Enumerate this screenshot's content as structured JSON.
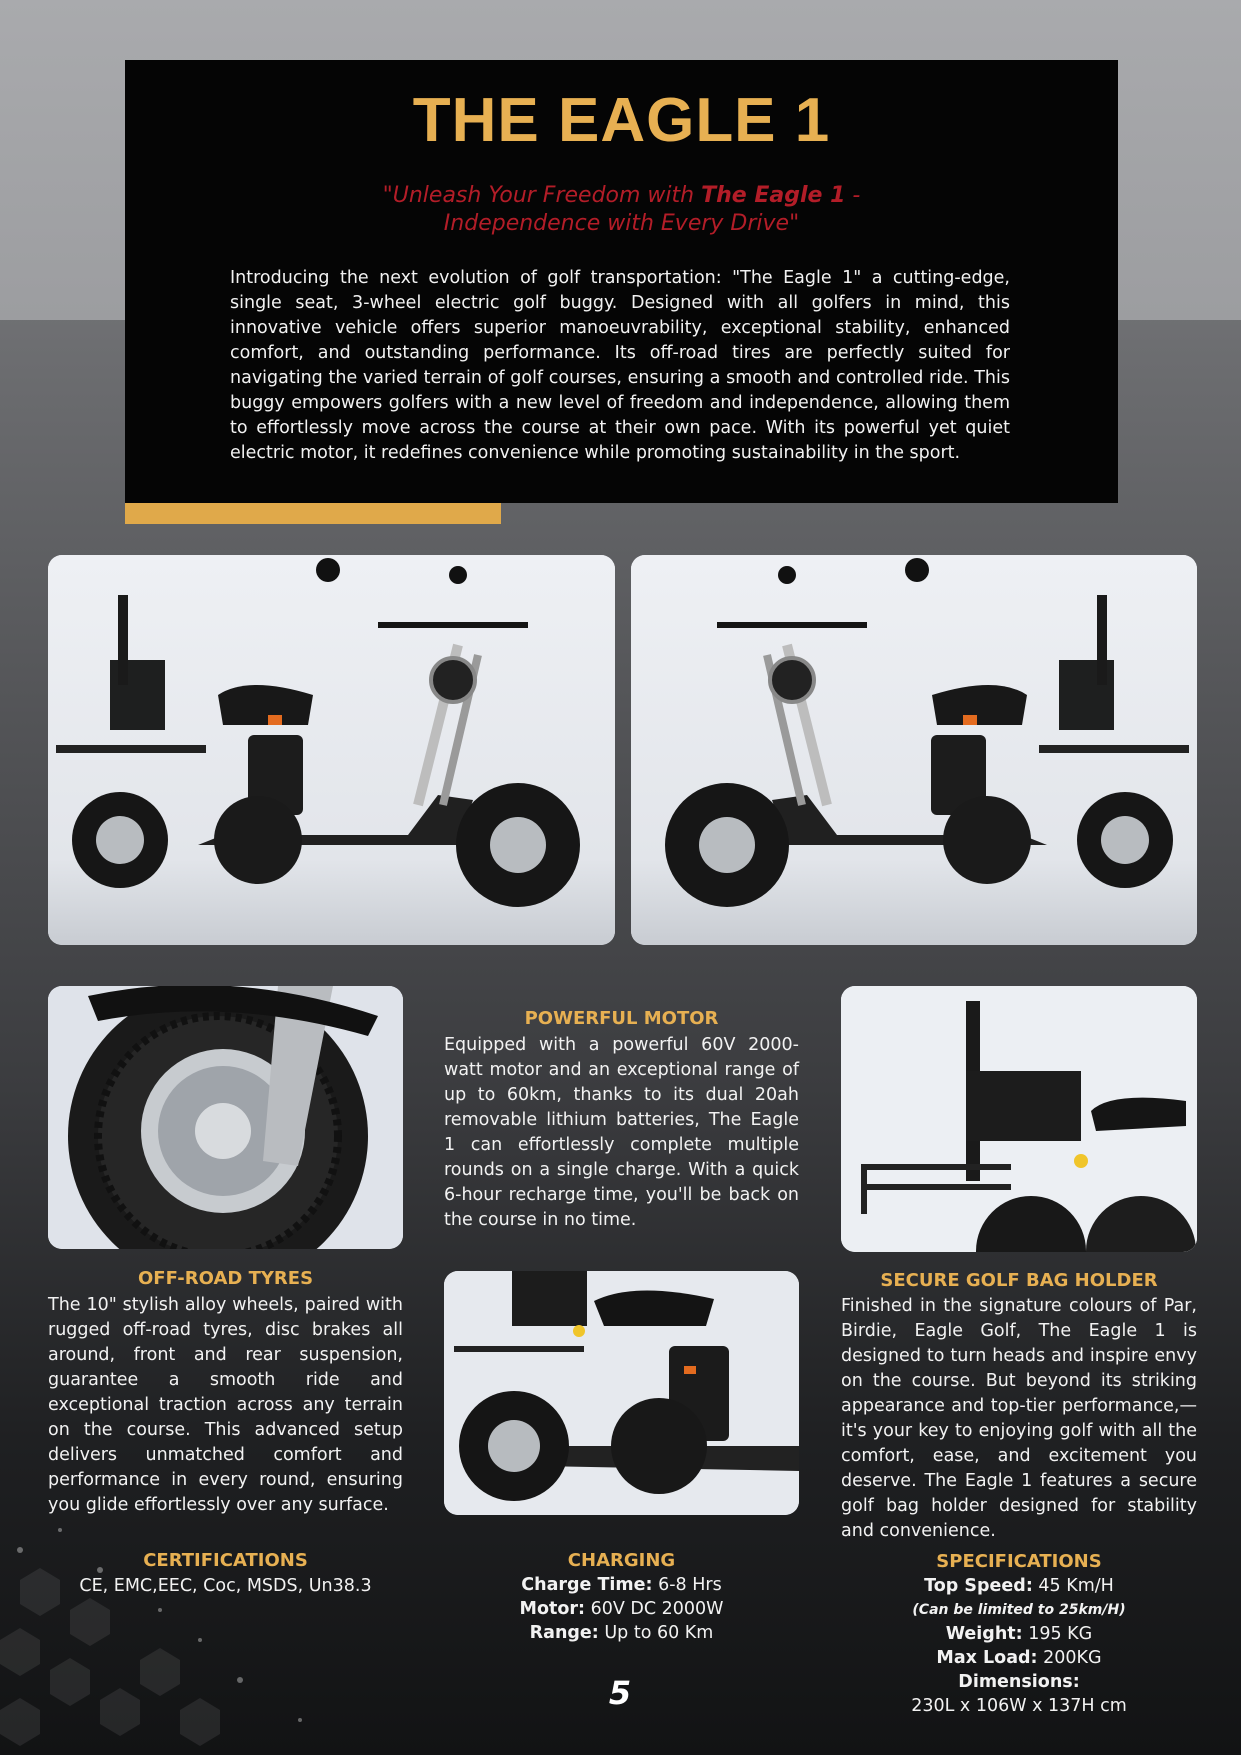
{
  "page": {
    "title": "THE EAGLE 1",
    "tagline": {
      "line1_start": "\"Unleash Your Freedom with ",
      "line1_bold": "The Eagle 1",
      "line1_end": " -",
      "line2": "Independence with Every Drive\""
    },
    "intro": "Introducing the next evolution of golf transportation: \"The Eagle 1\" a cutting-edge, single seat, 3-wheel electric golf buggy. Designed with all golfers in mind, this innovative vehicle offers superior manoeuvrability, exceptional stability, enhanced comfort, and outstanding performance. Its off-road tires are perfectly suited for navigating the varied terrain of golf courses, ensuring a smooth and controlled ride. This buggy empowers golfers with a new level of freedom and independence, allowing them to effortlessly move across the course at their own pace. With its powerful yet quiet electric motor, it redefines convenience while promoting sustainability in the sport.",
    "page_number": "5"
  },
  "sections": {
    "motor": {
      "heading": "POWERFUL MOTOR",
      "text": "Equipped with a powerful 60V 2000-watt motor and an exceptional range of up to 60km, thanks to its dual 20ah removable lithium batteries, The Eagle 1 can effortlessly complete multiple rounds on a single charge. With a quick 6-hour recharge time, you'll be back on the course in no time."
    },
    "tyres": {
      "heading": "OFF-ROAD TYRES",
      "text": "The 10\" stylish alloy wheels, paired with rugged off-road tyres, disc brakes all around, front and rear suspension, guarantee a smooth ride and exceptional traction across any terrain on the course. This advanced setup delivers unmatched comfort and performance in every round, ensuring you glide effortlessly over any surface."
    },
    "bag_holder": {
      "heading": "SECURE GOLF BAG HOLDER",
      "text": "Finished in the signature colours of Par, Birdie, Eagle Golf, The Eagle 1 is designed to turn heads and inspire envy on the course. But beyond its striking appearance and top-tier performance,— it's your key to enjoying golf with all the comfort, ease, and excitement you deserve. The Eagle 1 features a secure golf bag holder designed for stability and convenience."
    },
    "certifications": {
      "heading": "CERTIFICATIONS",
      "text": "CE, EMC,EEC, Coc, MSDS, Un38.3"
    },
    "charging": {
      "heading": "CHARGING",
      "rows": [
        {
          "label": "Charge Time:",
          "value": " 6-8 Hrs"
        },
        {
          "label": "Motor:",
          "value": " 60V DC 2000W"
        },
        {
          "label": "Range:",
          "value": " Up to 60 Km"
        }
      ]
    },
    "specifications": {
      "heading": "SPECIFICATIONS",
      "top_speed_label": "Top Speed:",
      "top_speed_value": " 45 Km/H",
      "limit_note": "(Can be limited to 25km/H)",
      "weight_label": "Weight:",
      "weight_value": " 195 KG",
      "max_load_label": "Max Load:",
      "max_load_value": " 200KG",
      "dimensions_label": "Dimensions:",
      "dimensions_value": "230L x 106W x 137H cm"
    }
  },
  "colors": {
    "gold": "#e7b052",
    "red": "#b31d28",
    "black": "#050505",
    "white": "#f2f2f2"
  },
  "icons": [
    "eagle-buggy-photo-left",
    "eagle-buggy-photo-right",
    "tyre-closeup-photo",
    "bag-holder-photo",
    "rear-buggy-photo",
    "hexagon-pattern"
  ]
}
